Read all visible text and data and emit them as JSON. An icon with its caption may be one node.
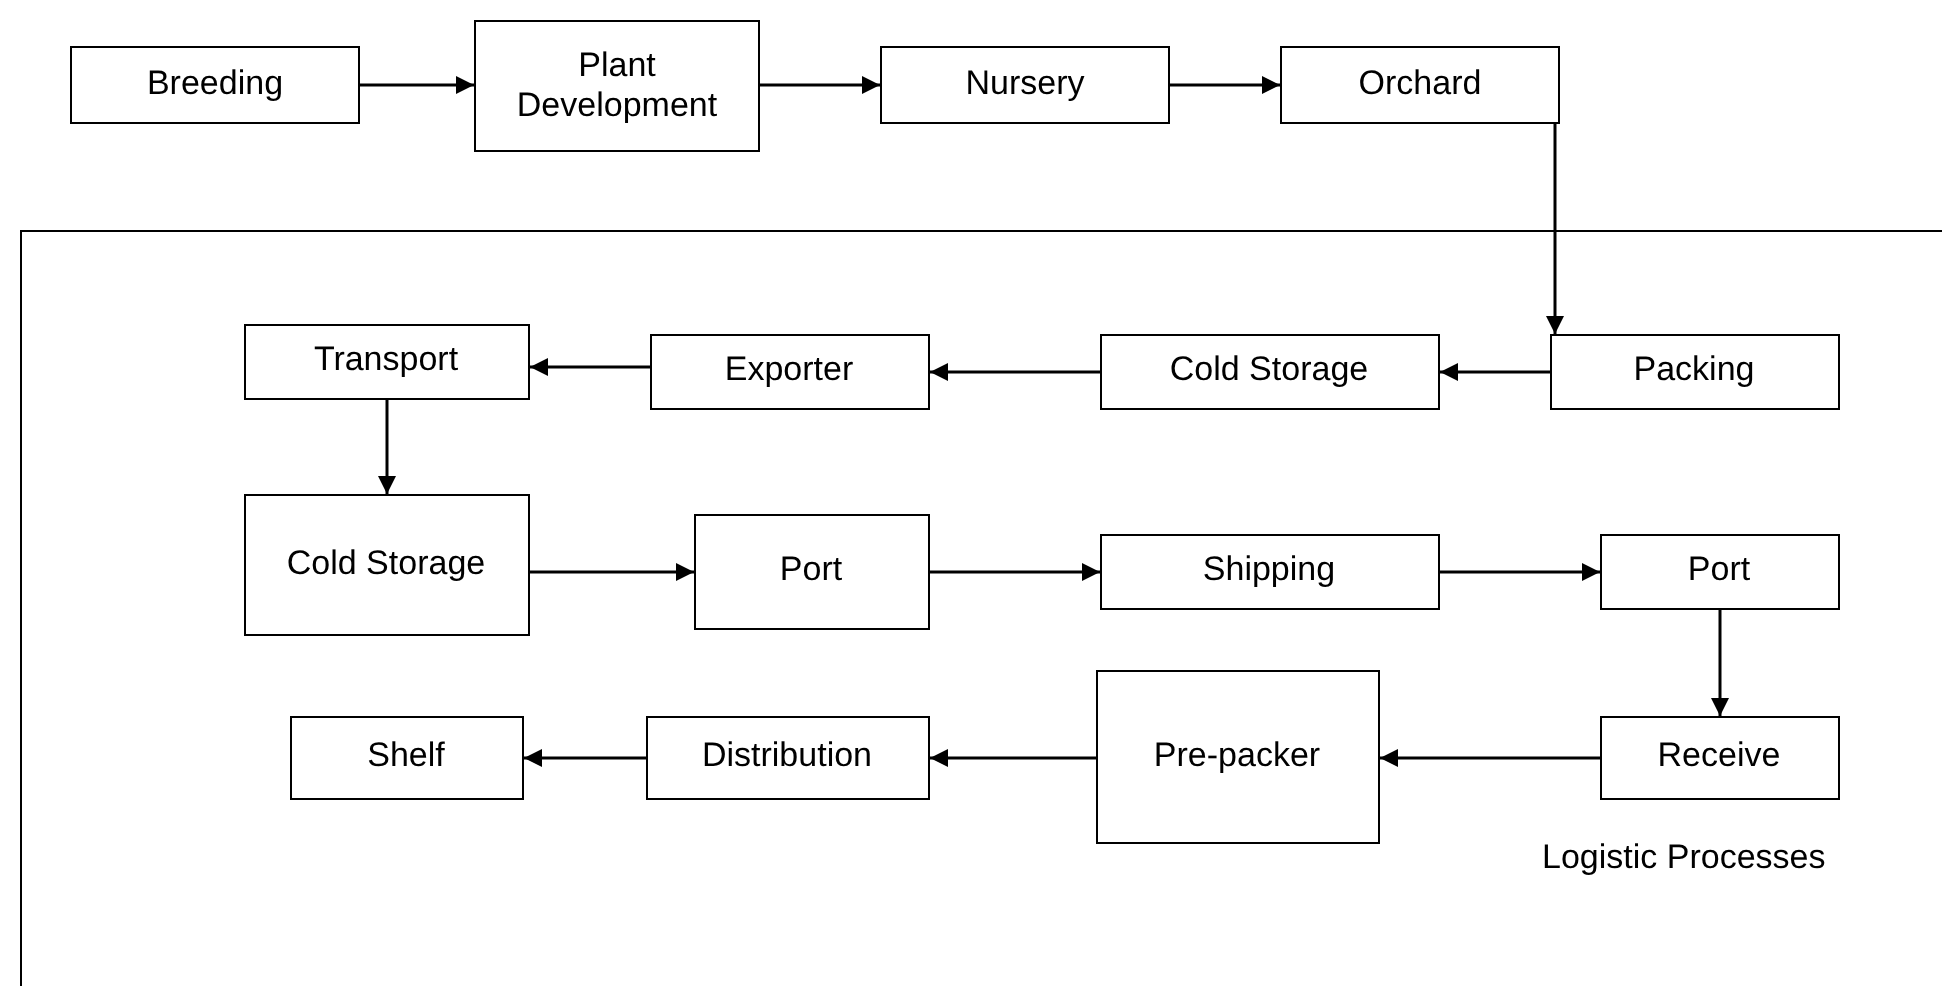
{
  "diagram": {
    "nodes": [
      {
        "text": [
          "Breeding"
        ]
      },
      {
        "text": [
          "Plant Development"
        ]
      },
      {
        "text": [
          "Nursery"
        ]
      },
      {
        "text": [
          "Orchard"
        ]
      },
      {
        "text": [
          "Logistic Processes"
        ]
      },
      {
        "text": [
          "Packing"
        ],
        "in": 4
      },
      {
        "text": [
          "Cold Storage"
        ],
        "in": 4
      },
      {
        "text": [
          "Exporter"
        ],
        "in": 4
      },
      {
        "text": [
          "Transport"
        ],
        "in": 4
      },
      {
        "text": [
          "Cold Storage"
        ],
        "in": 4
      },
      {
        "text": [
          "Port"
        ],
        "in": 4
      },
      {
        "text": [
          "Shipping"
        ],
        "in": 4
      },
      {
        "text": [
          "Port"
        ],
        "in": 4
      },
      {
        "text": [
          "Receive"
        ],
        "in": 4
      },
      {
        "text": [
          "Pre-packer"
        ],
        "in": 4
      },
      {
        "text": [
          "Distribution"
        ],
        "in": 4
      },
      {
        "text": [
          "Shelf"
        ],
        "in": 4
      }
    ],
    "edges": [
      {
        "from": 0,
        "to": 1,
        "arrow": "to"
      },
      {
        "from": 1,
        "to": 2,
        "arrow": "to"
      },
      {
        "from": 2,
        "to": 3,
        "arrow": "to"
      },
      {
        "from": 3,
        "to": 5,
        "arrow": "to"
      },
      {
        "from": 5,
        "to": 6,
        "arrow": "to"
      },
      {
        "from": 6,
        "to": 7,
        "arrow": "to"
      },
      {
        "from": 7,
        "to": 8,
        "arrow": "to"
      },
      {
        "from": 8,
        "to": 9,
        "arrow": "to"
      },
      {
        "from": 9,
        "to": 10,
        "arrow": "to"
      },
      {
        "from": 10,
        "to": 11,
        "arrow": "to"
      },
      {
        "from": 11,
        "to": 12,
        "arrow": "to"
      },
      {
        "from": 12,
        "to": 13,
        "arrow": "to"
      },
      {
        "from": 13,
        "to": 14,
        "arrow": "to"
      },
      {
        "from": 14,
        "to": 15,
        "arrow": "to"
      },
      {
        "from": 15,
        "to": 16,
        "arrow": "to"
      }
    ]
  }
}
